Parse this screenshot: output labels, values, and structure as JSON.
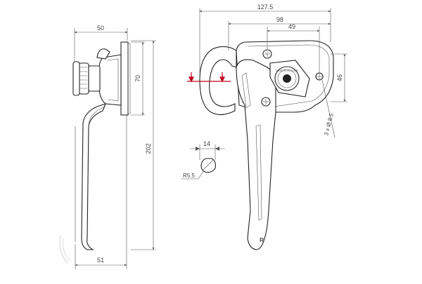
{
  "dimensions": {
    "side_width_top": "50",
    "side_plate_height": "70",
    "side_total_height": "202",
    "side_width_bottom": "51",
    "front_total_width": "127.5",
    "front_width_98": "98",
    "front_width_49": "49",
    "front_plate_height": "46",
    "hole_spec": "3 x Ø 8.5",
    "detail_width": "14",
    "detail_radius": "R5.5"
  },
  "labels": {
    "handle_mark": "R",
    "logo_text": "MOSER·KELLER"
  },
  "colors": {
    "marker": "#c0001a",
    "line": "#222222",
    "dimension": "#555555"
  }
}
